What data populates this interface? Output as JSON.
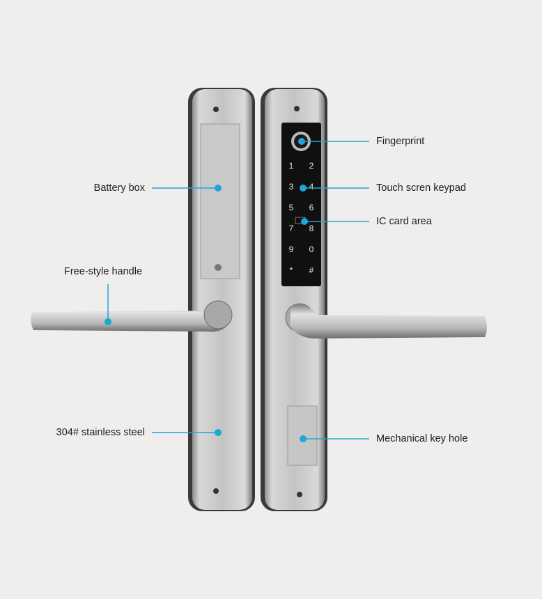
{
  "accent_color": "#1ea6d6",
  "callouts": {
    "battery_box": "Battery box",
    "handle": "Free-style handle",
    "steel": "304# stainless steel",
    "fingerprint": "Fingerprint",
    "keypad": "Touch scren keypad",
    "ic_card": "IC card area",
    "key_hole": "Mechanical key hole"
  },
  "keypad_keys": [
    "1",
    "2",
    "3",
    "4",
    "5",
    "6",
    "7",
    "8",
    "9",
    "0",
    "*",
    "#"
  ]
}
